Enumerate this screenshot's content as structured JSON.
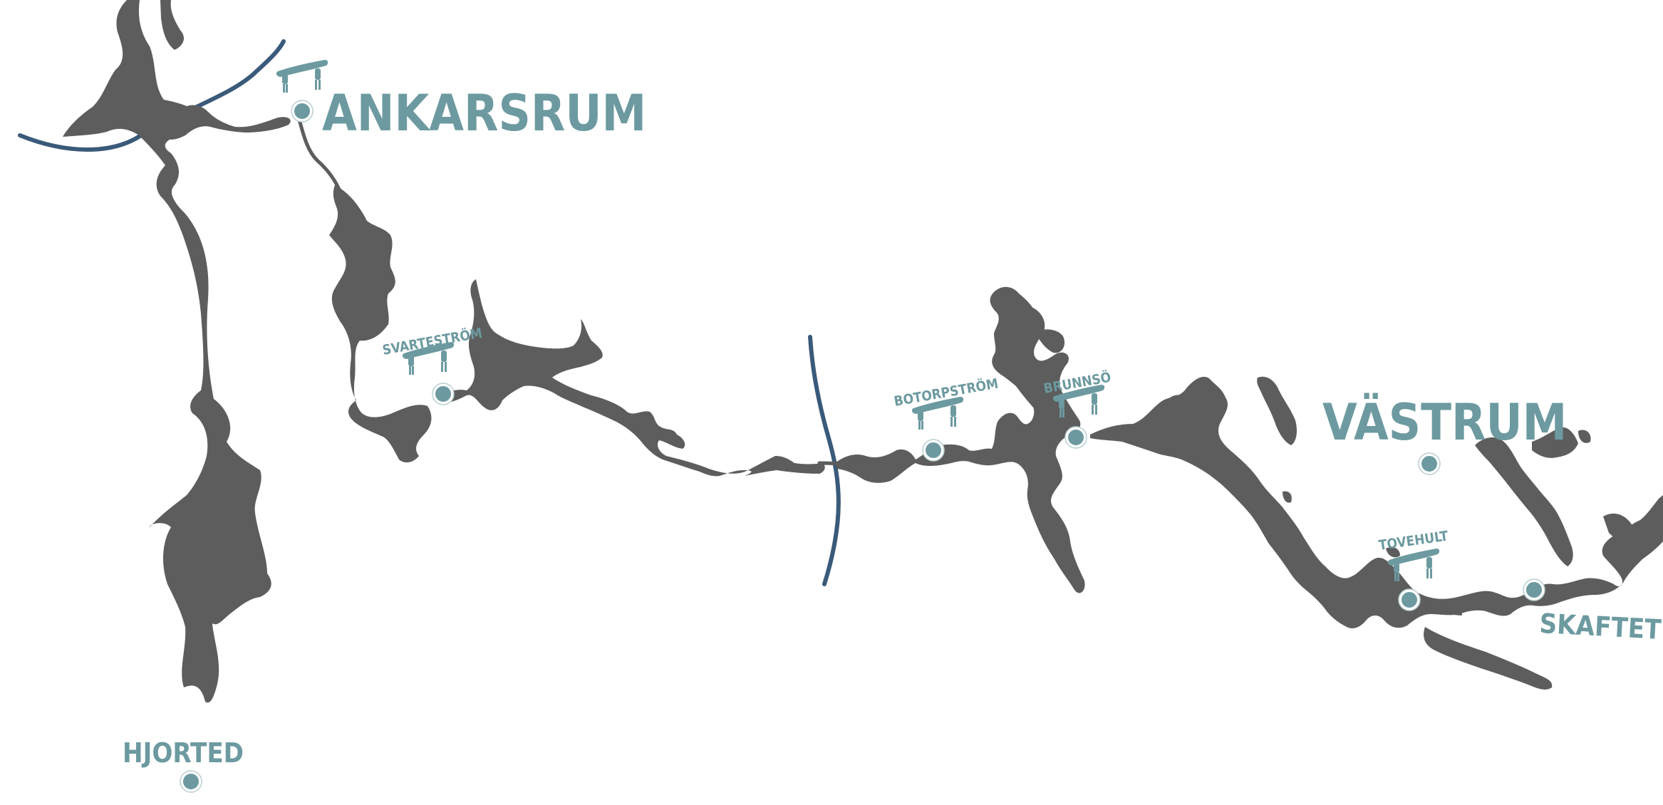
{
  "map": {
    "places": [
      {
        "id": "ankarsrum",
        "name": "ANKARSRUM",
        "type": "town",
        "portage": true
      },
      {
        "id": "hjorted",
        "name": "HJORTED",
        "type": "town",
        "portage": false
      },
      {
        "id": "vastrum",
        "name": "VÄSTRUM",
        "type": "town",
        "portage": false
      },
      {
        "id": "skaftet",
        "name": "SKAFTET",
        "type": "place",
        "portage": false
      },
      {
        "id": "svartestrom",
        "name": "SVARTESTRÖM",
        "type": "portage",
        "portage": true
      },
      {
        "id": "botorpstrom",
        "name": "BOTORPSTRÖM",
        "type": "portage",
        "portage": true
      },
      {
        "id": "brunnso",
        "name": "BRUNNSÖ",
        "type": "portage",
        "portage": true
      },
      {
        "id": "tovehult",
        "name": "TOVEHULT",
        "type": "portage",
        "portage": true
      }
    ],
    "colors": {
      "water": "#5d5d5d",
      "road": "#3a5a7a",
      "label": "#6c9aa0",
      "background": "#ffffff"
    },
    "icons": {
      "portage": "canoe-carry-icon",
      "place": "location-dot-icon"
    }
  }
}
